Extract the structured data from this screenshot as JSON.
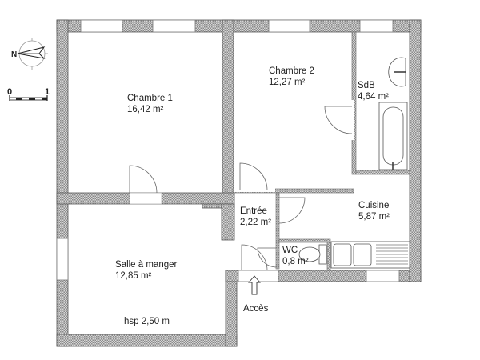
{
  "plan": {
    "rooms": [
      {
        "id": "chambre1",
        "name": "Chambre 1",
        "area": "16,42 m²"
      },
      {
        "id": "chambre2",
        "name": "Chambre 2",
        "area": "12,27 m²"
      },
      {
        "id": "sdb",
        "name": "SdB",
        "area": "4,64 m²"
      },
      {
        "id": "entree",
        "name": "Entrée",
        "area": "2,22 m²"
      },
      {
        "id": "cuisine",
        "name": "Cuisine",
        "area": "5,87 m²"
      },
      {
        "id": "wc",
        "name": "WC",
        "area": "0,8 m²"
      },
      {
        "id": "salle",
        "name": "Salle à manger",
        "area": "12,85 m²"
      }
    ],
    "ceiling_height": "hsp 2,50 m",
    "access_label": "Accès",
    "compass": {
      "north_letter": "N",
      "icon": "compass-icon"
    },
    "scale": {
      "start": "0",
      "end": "1",
      "icon": "scale-bar-icon"
    },
    "colors": {
      "wall_fill": "#bdbdbd",
      "wall_stroke": "#555555",
      "text": "#222222",
      "background": "#ffffff"
    }
  }
}
